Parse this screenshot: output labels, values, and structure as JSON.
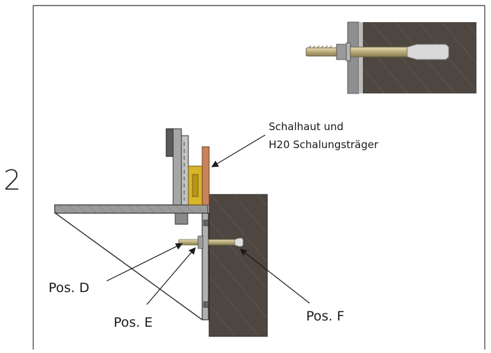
{
  "step_number": "2",
  "labels": {
    "formwork_line1": "Schalhaut und",
    "formwork_line2": "H20 Schalungsträger",
    "pos_d": "Pos. D",
    "pos_e": "Pos. E",
    "pos_f": "Pos. F"
  },
  "colors": {
    "concrete": "#4e4741",
    "steel": "#8c8c8c",
    "timber_beam": "#d8b52a",
    "formwork_skin": "#c9835a",
    "anchor": "#c8bc8e",
    "line": "#1a1a1a"
  }
}
